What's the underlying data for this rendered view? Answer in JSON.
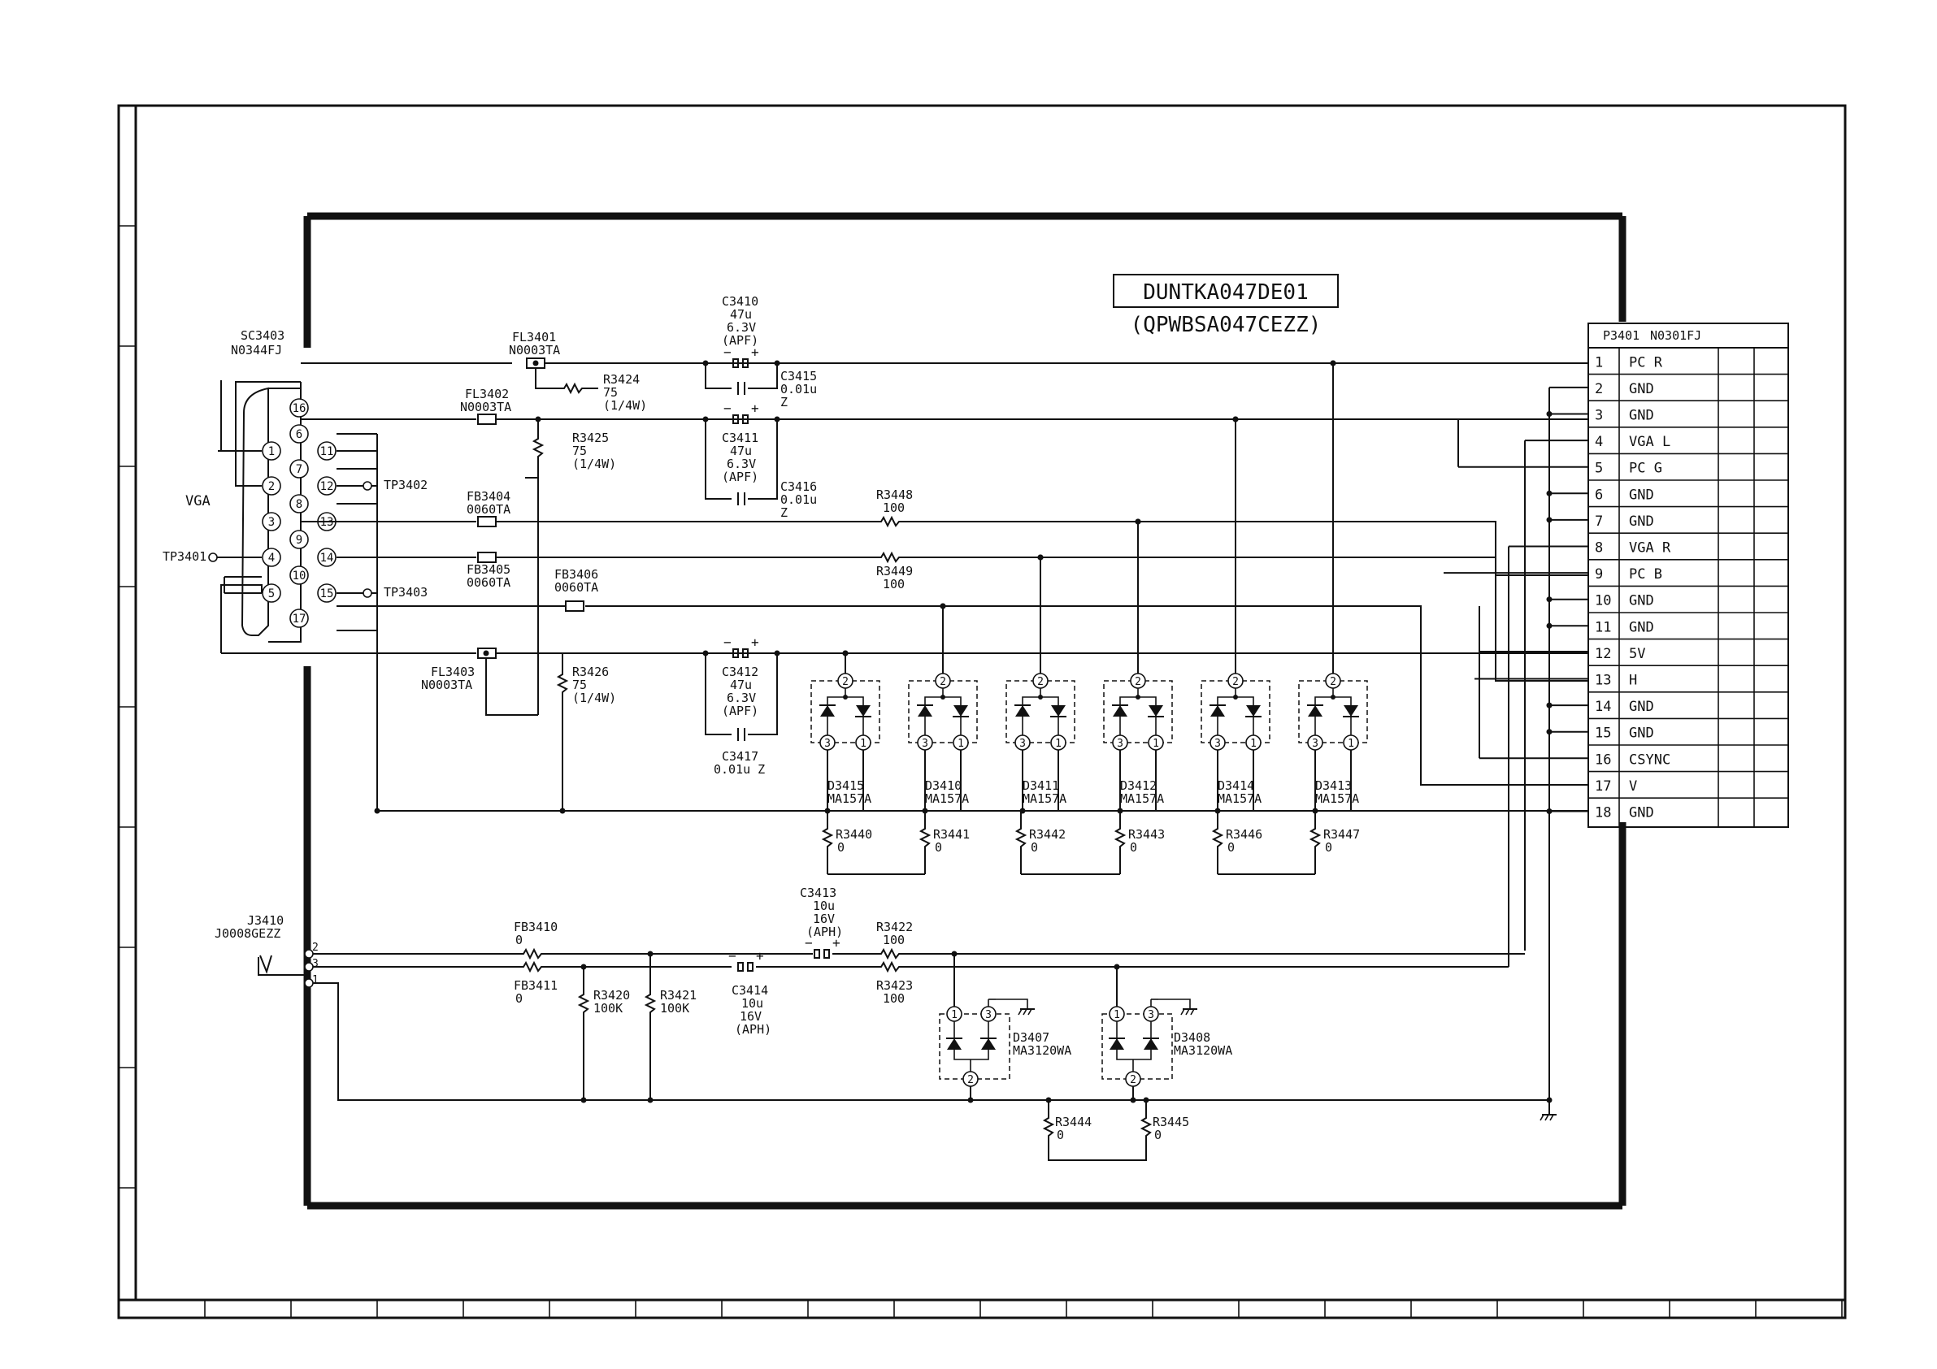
{
  "board": {
    "code": "DUNTKA047DE01",
    "pwb": "(QPWBSA047CEZZ)"
  },
  "vga": {
    "label": "VGA",
    "ref": "SC3403",
    "part": "N0344FJ",
    "pins": [
      "1",
      "2",
      "3",
      "4",
      "5",
      "6",
      "7",
      "8",
      "9",
      "10",
      "11",
      "12",
      "13",
      "14",
      "15",
      "16",
      "17"
    ]
  },
  "testpoints": {
    "tp3401": "TP3401",
    "tp3402": "TP3402",
    "tp3403": "TP3403"
  },
  "connector": {
    "ref": "P3401",
    "part": "N0301FJ",
    "pins": [
      {
        "num": "1",
        "name": "PC R"
      },
      {
        "num": "2",
        "name": "GND"
      },
      {
        "num": "3",
        "name": "GND"
      },
      {
        "num": "4",
        "name": "VGA L"
      },
      {
        "num": "5",
        "name": "PC G"
      },
      {
        "num": "6",
        "name": "GND"
      },
      {
        "num": "7",
        "name": "GND"
      },
      {
        "num": "8",
        "name": "VGA R"
      },
      {
        "num": "9",
        "name": "PC B"
      },
      {
        "num": "10",
        "name": "GND"
      },
      {
        "num": "11",
        "name": "GND"
      },
      {
        "num": "12",
        "name": "5V"
      },
      {
        "num": "13",
        "name": "H"
      },
      {
        "num": "14",
        "name": "GND"
      },
      {
        "num": "15",
        "name": "GND"
      },
      {
        "num": "16",
        "name": "CSYNC"
      },
      {
        "num": "17",
        "name": "V"
      },
      {
        "num": "18",
        "name": "GND"
      }
    ]
  },
  "filters": {
    "fl3401": {
      "ref": "FL3401",
      "value": "N0003TA"
    },
    "fl3402": {
      "ref": "FL3402",
      "value": "N0003TA"
    },
    "fl3403": {
      "ref": "FL3403",
      "value": "N0003TA"
    },
    "fb3404": {
      "ref": "FB3404",
      "value": "0060TA"
    },
    "fb3405": {
      "ref": "FB3405",
      "value": "0060TA"
    },
    "fb3406": {
      "ref": "FB3406",
      "value": "0060TA"
    },
    "fb3410": {
      "ref": "FB3410",
      "value": "0"
    },
    "fb3411": {
      "ref": "FB3411",
      "value": "0"
    }
  },
  "resistors": {
    "r3424": {
      "ref": "R3424",
      "value": "75",
      "note": "(1/4W)"
    },
    "r3425": {
      "ref": "R3425",
      "value": "75",
      "note": "(1/4W)"
    },
    "r3426": {
      "ref": "R3426",
      "value": "75",
      "note": "(1/4W)"
    },
    "r3448": {
      "ref": "R3448",
      "value": "100"
    },
    "r3449": {
      "ref": "R3449",
      "value": "100"
    },
    "r3440": {
      "ref": "R3440",
      "value": "0"
    },
    "r3441": {
      "ref": "R3441",
      "value": "0"
    },
    "r3442": {
      "ref": "R3442",
      "value": "0"
    },
    "r3443": {
      "ref": "R3443",
      "value": "0"
    },
    "r3446": {
      "ref": "R3446",
      "value": "0"
    },
    "r3447": {
      "ref": "R3447",
      "value": "0"
    },
    "r3420": {
      "ref": "R3420",
      "value": "100K"
    },
    "r3421": {
      "ref": "R3421",
      "value": "100K"
    },
    "r3422": {
      "ref": "R3422",
      "value": "100"
    },
    "r3423": {
      "ref": "R3423",
      "value": "100"
    },
    "r3444": {
      "ref": "R3444",
      "value": "0"
    },
    "r3445": {
      "ref": "R3445",
      "value": "0"
    }
  },
  "capacitors": {
    "c3410": {
      "ref": "C3410",
      "v1": "47u",
      "v2": "6.3V",
      "v3": "(APF)"
    },
    "c3411": {
      "ref": "C3411",
      "v1": "47u",
      "v2": "6.3V",
      "v3": "(APF)"
    },
    "c3412": {
      "ref": "C3412",
      "v1": "47u",
      "v2": "6.3V",
      "v3": "(APF)"
    },
    "c3415": {
      "ref": "C3415",
      "v1": "0.01u",
      "v2": "Z"
    },
    "c3416": {
      "ref": "C3416",
      "v1": "0.01u",
      "v2": "Z"
    },
    "c3417": {
      "ref": "C3417",
      "v1": "0.01u Z"
    },
    "c3413": {
      "ref": "C3413",
      "v1": "10u",
      "v2": "16V",
      "v3": "(APH)"
    },
    "c3414": {
      "ref": "C3414",
      "v1": "10u",
      "v2": "16V",
      "v3": "(APH)"
    }
  },
  "diodes": [
    {
      "ref": "D3415",
      "part": "MA157A"
    },
    {
      "ref": "D3410",
      "part": "MA157A"
    },
    {
      "ref": "D3411",
      "part": "MA157A"
    },
    {
      "ref": "D3412",
      "part": "MA157A"
    },
    {
      "ref": "D3414",
      "part": "MA157A"
    },
    {
      "ref": "D3413",
      "part": "MA157A"
    }
  ],
  "zeners": [
    {
      "ref": "D3407",
      "part": "MA3120WA"
    },
    {
      "ref": "D3408",
      "part": "MA3120WA"
    }
  ],
  "jack": {
    "ref": "J3410",
    "part": "J0008GEZZ",
    "pins": [
      "2",
      "3",
      "1"
    ]
  },
  "diode_pins": {
    "a": "2",
    "b": "3",
    "c": "1"
  },
  "polarity": {
    "minus": "−",
    "plus": "+"
  }
}
